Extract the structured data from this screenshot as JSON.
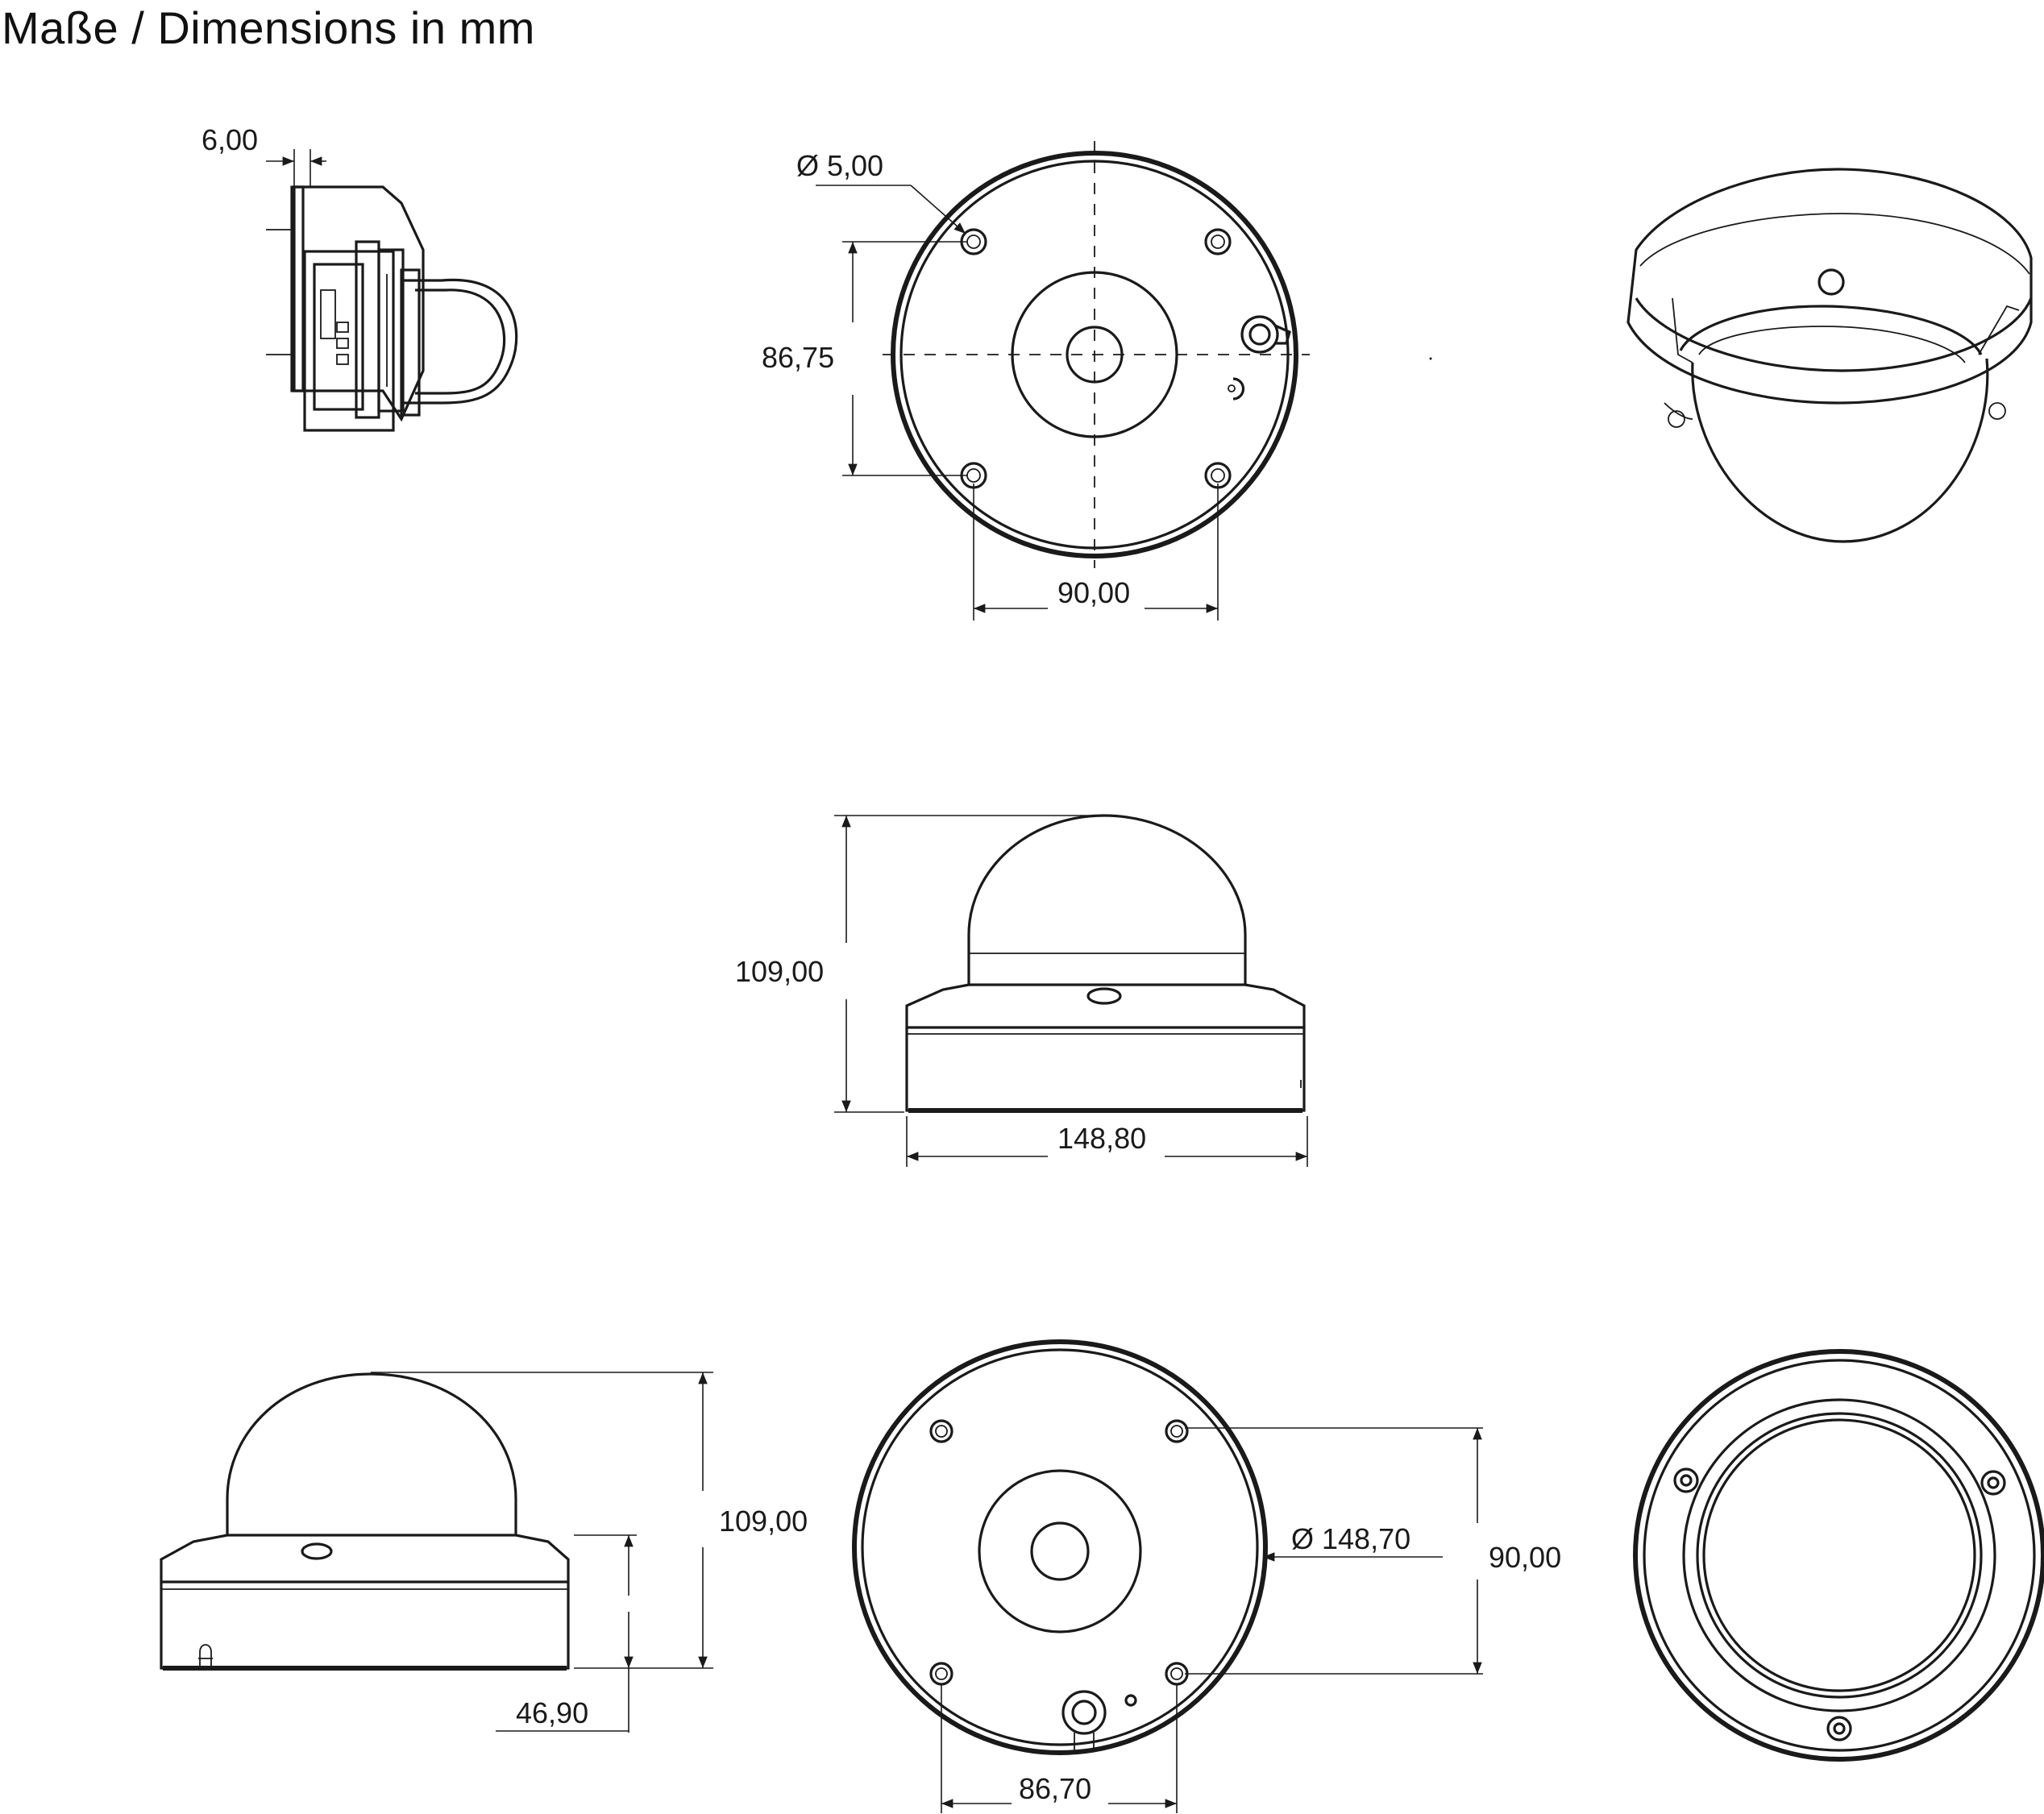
{
  "title": "Maße / Dimensions in mm",
  "dimensions": {
    "section_depth": "6,00",
    "hole_diameter": "Ø 5,00",
    "hole_spacing_vertical": "86,75",
    "hole_spacing_horizontal": "90,00",
    "front_height": "109,00",
    "front_width": "148,80",
    "side_height": "109,00",
    "side_base_height": "46,90",
    "bottom_diameter": "Ø 148,70",
    "bottom_hole_spacing_vertical": "90,00",
    "bottom_hole_spacing_horizontal": "86,70"
  }
}
